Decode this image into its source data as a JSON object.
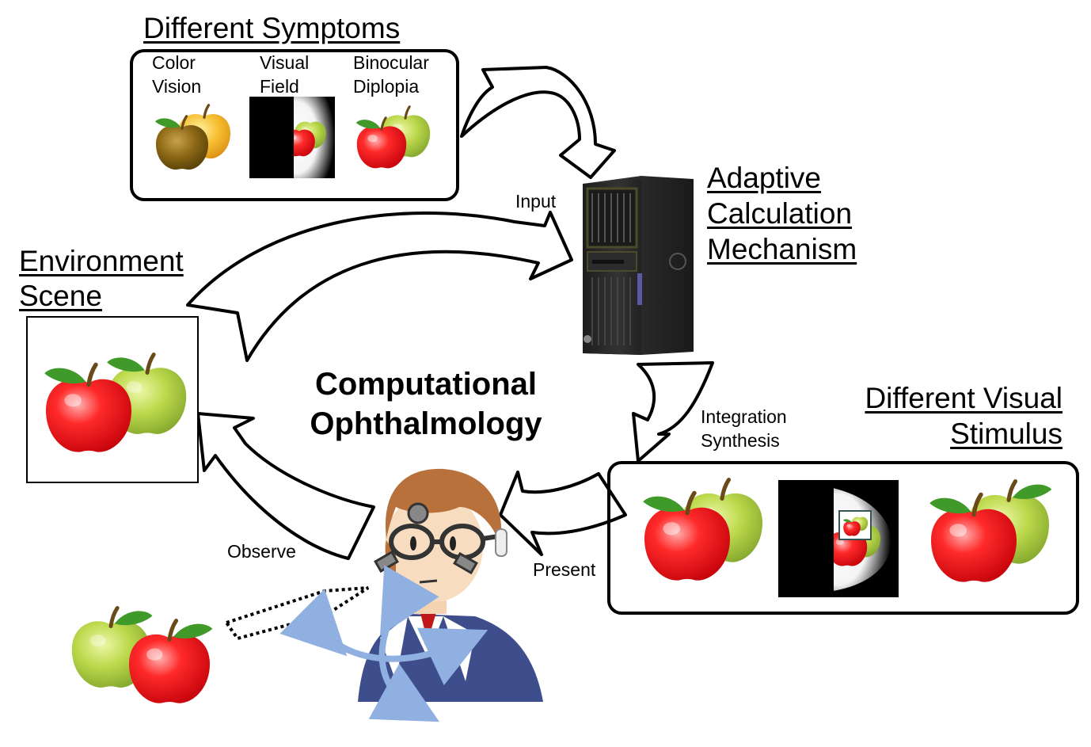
{
  "headings": {
    "different_symptoms": "Different Symptoms",
    "adaptive_line1": "Adaptive",
    "adaptive_line2": "Calculation",
    "adaptive_line3": "Mechanism",
    "environment_line1": "Environment",
    "environment_line2": "Scene",
    "visual_stimulus_line1": "Different Visual",
    "visual_stimulus_line2": "Stimulus"
  },
  "symptoms": [
    {
      "line1": "Color",
      "line2": "Vision"
    },
    {
      "line1": "Visual",
      "line2": "Field"
    },
    {
      "line1": "Binocular",
      "line2": "Diplopia"
    }
  ],
  "center": {
    "line1": "Computational",
    "line2": "Ophthalmology"
  },
  "flow_labels": {
    "input": "Input",
    "integration": "Integration",
    "synthesis": "Synthesis",
    "present": "Present",
    "observe": "Observe"
  },
  "colors": {
    "apple_red": "#e8141c",
    "apple_green": "#b9d84a",
    "apple_brown": "#7a5a10",
    "apple_yellow": "#f4b52a",
    "leaf": "#3f9a2a",
    "computer_body": "#2b2b2b",
    "accent_arrows": "#8fb0e0"
  }
}
